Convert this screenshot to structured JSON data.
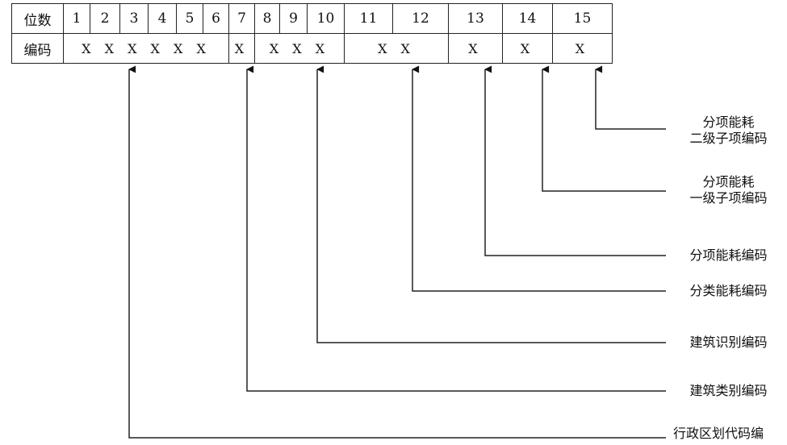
{
  "table": {
    "row1_header": "位数",
    "positions": [
      "1",
      "2",
      "3",
      "4",
      "5",
      "6",
      "7",
      "8",
      "9",
      "10",
      "11",
      "12",
      "13",
      "14",
      "15"
    ],
    "row2_header": "编码",
    "codes": [
      "X X X X X X",
      "X",
      "X X X",
      "X X",
      "X",
      "X",
      "X"
    ]
  },
  "labels": {
    "l15": [
      "分项能耗",
      "二级子项编码"
    ],
    "l14": [
      "分项能耗",
      "一级子项编码"
    ],
    "l13": "分项能耗编码",
    "l11": "分类能耗编码",
    "l9": "建筑识别编码",
    "l7": "建筑类别编码",
    "l3": "行政区划代码编"
  }
}
